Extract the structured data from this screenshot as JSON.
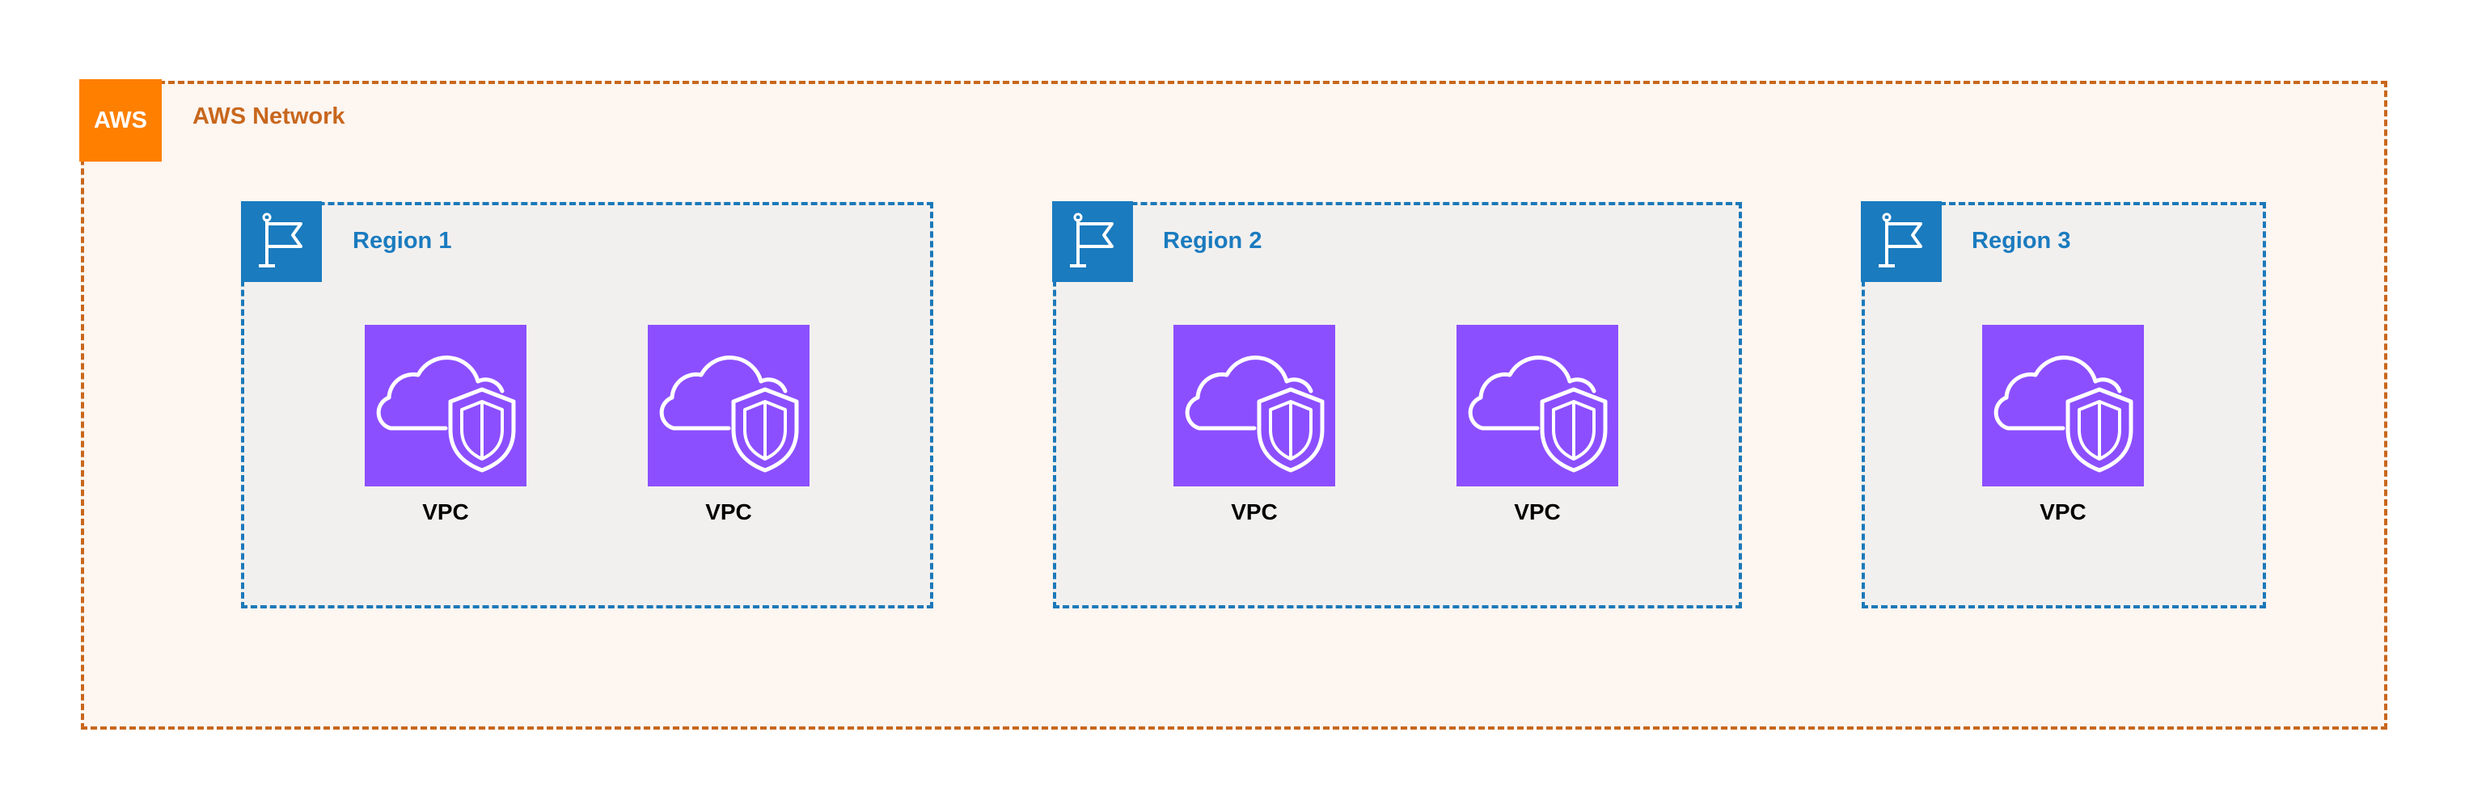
{
  "network": {
    "badge": "AWS",
    "title": "AWS Network",
    "border_color": "#c8671d",
    "badge_color": "#ff7f00"
  },
  "regions": [
    {
      "title": "Region 1",
      "icon": "flag-icon",
      "vpcs": [
        "VPC",
        "VPC"
      ]
    },
    {
      "title": "Region 2",
      "icon": "flag-icon",
      "vpcs": [
        "VPC",
        "VPC"
      ]
    },
    {
      "title": "Region 3",
      "icon": "flag-icon",
      "vpcs": [
        "VPC"
      ]
    }
  ],
  "colors": {
    "region": "#1a7bbf",
    "vpc": "#8c4fff"
  },
  "vpc_icon": "cloud-shield-icon"
}
